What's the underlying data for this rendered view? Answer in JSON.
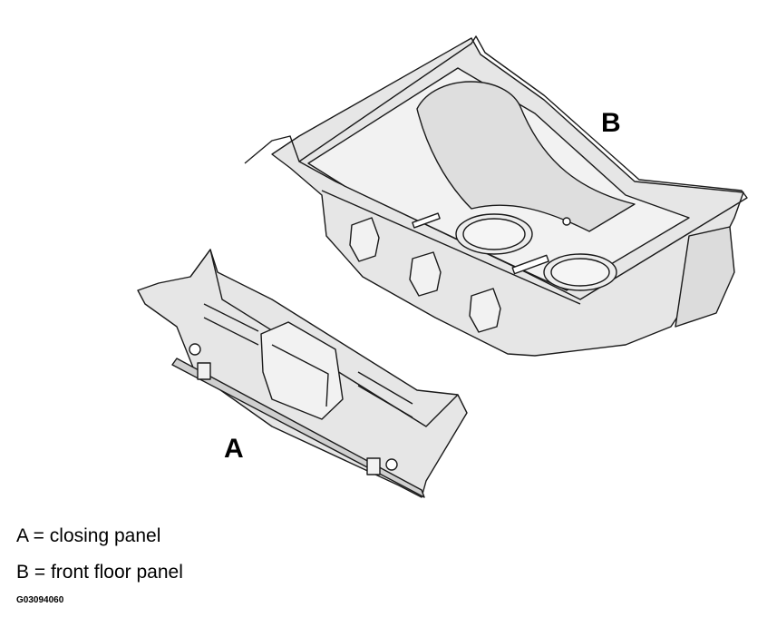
{
  "callouts": {
    "a": "A",
    "b": "B"
  },
  "legend": [
    {
      "key": "A",
      "text": "A = closing panel"
    },
    {
      "key": "B",
      "text": "B = front floor panel"
    }
  ],
  "figure_id": "G03094060",
  "colors": {
    "line": "#1a1a1a",
    "panel_fill": "#e6e6e6",
    "panel_light": "#f2f2f2",
    "background": "#ffffff"
  }
}
